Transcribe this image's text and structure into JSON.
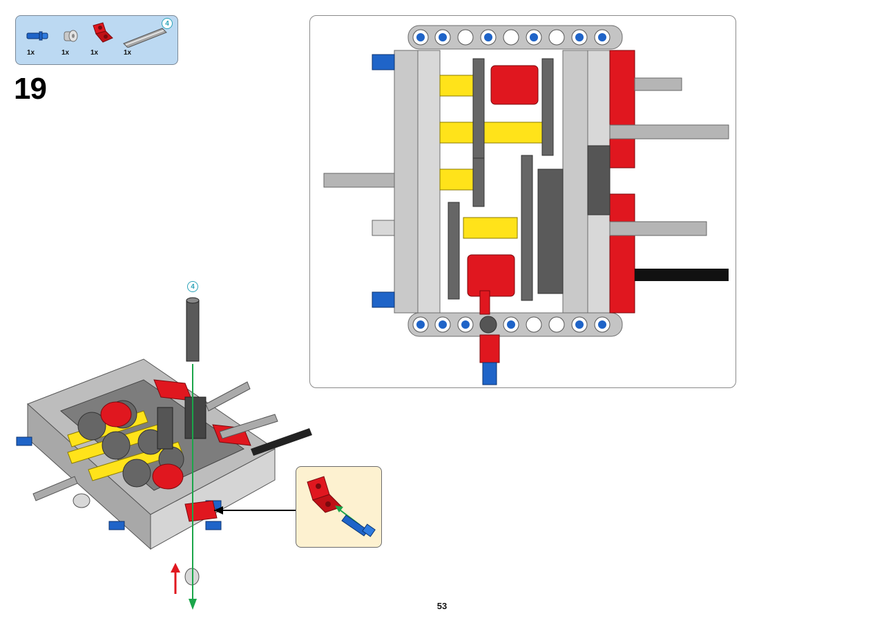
{
  "parts_list": {
    "items": [
      {
        "quantity": "1x",
        "icon": "blue-pin-icon"
      },
      {
        "quantity": "1x",
        "icon": "grey-bush-icon"
      },
      {
        "quantity": "1x",
        "icon": "red-connector-icon"
      },
      {
        "quantity": "1x",
        "icon": "grey-axle-icon",
        "length": "4"
      }
    ]
  },
  "step": {
    "number": "19"
  },
  "assembly": {
    "axle_length": "4"
  },
  "page": {
    "number": "53"
  },
  "colors": {
    "red": "#e0171f",
    "blue": "#1f64c8",
    "yellow": "#ffe31a",
    "grey": "#bfbfbf",
    "dark": "#555555",
    "guide": "#1aa64a"
  }
}
